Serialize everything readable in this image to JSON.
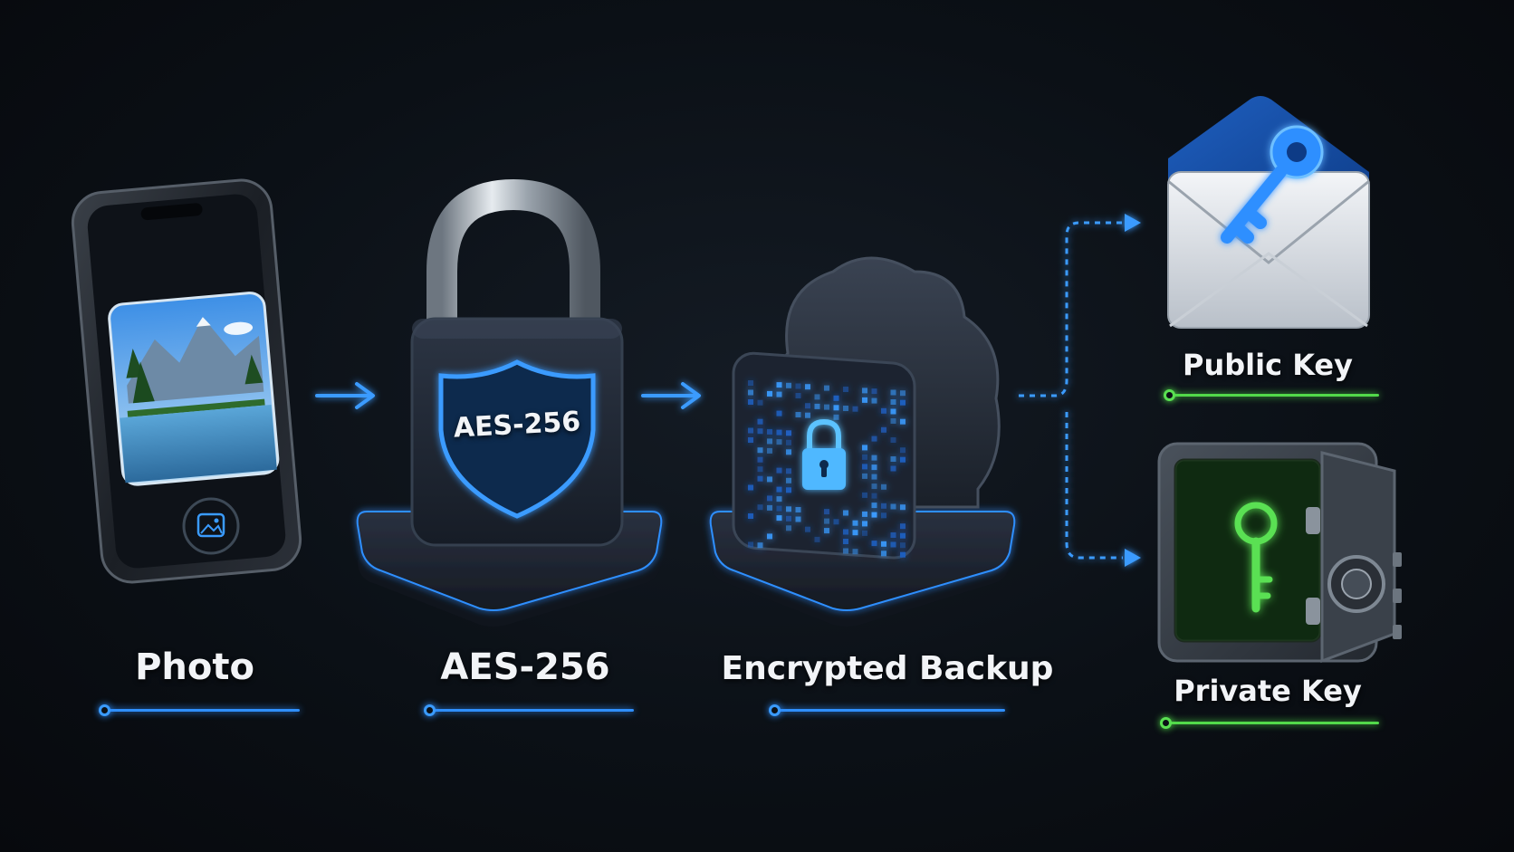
{
  "steps": [
    {
      "label": "Photo"
    },
    {
      "label": "AES-256",
      "badge": "AES-256"
    },
    {
      "label": "Encrypted Backup"
    }
  ],
  "outputs": [
    {
      "label": "Public Key"
    },
    {
      "label": "Private Key"
    }
  ],
  "colors": {
    "accent_blue": "#2f8fff",
    "accent_green": "#52d94a",
    "background": "#0b1016"
  },
  "icons": [
    "smartphone-icon",
    "gallery-icon",
    "padlock-icon",
    "shield-icon",
    "cloud-icon",
    "lock-icon",
    "envelope-icon",
    "key-icon",
    "safe-icon"
  ]
}
